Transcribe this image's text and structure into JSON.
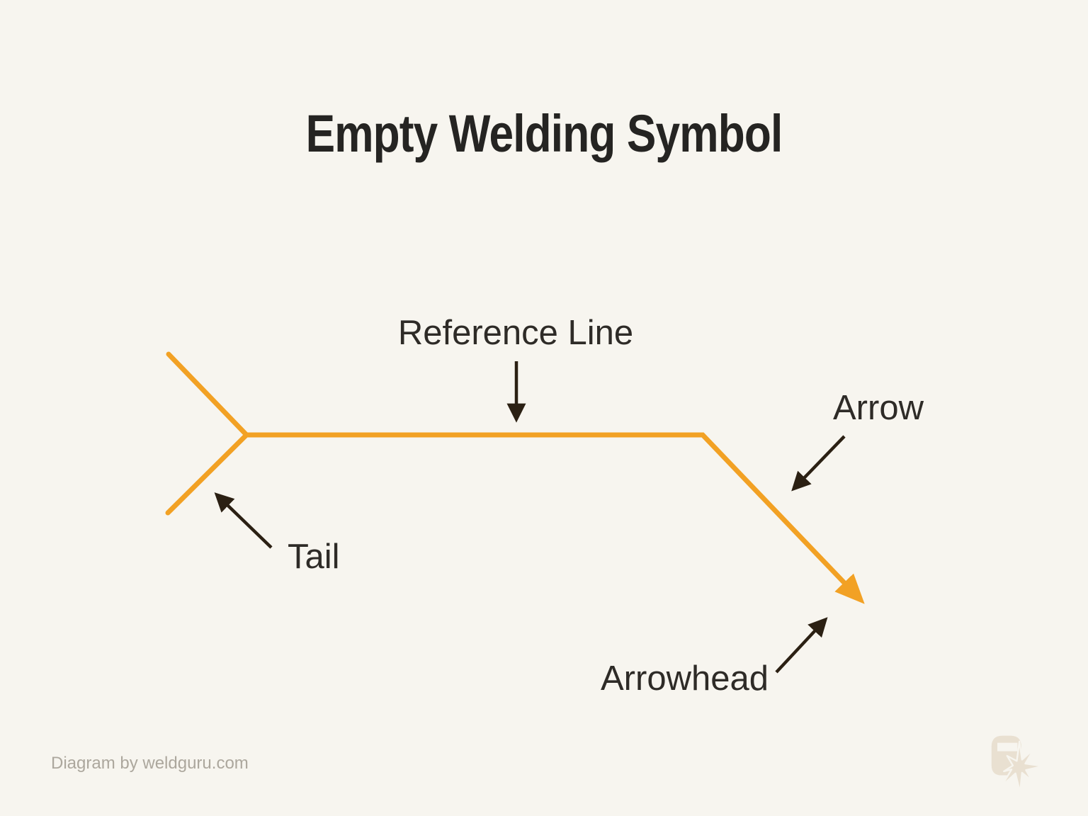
{
  "title": "Empty Welding Symbol",
  "labels": {
    "reference_line": "Reference Line",
    "arrow": "Arrow",
    "tail": "Tail",
    "arrowhead": "Arrowhead"
  },
  "footer": {
    "credit": "Diagram by weldguru.com"
  },
  "icons": {
    "logo": "welding-helmet-spark-logo",
    "annotation_pointers": "black-arrow-icons",
    "symbol_arrowhead": "orange-arrowhead-icon"
  },
  "colors": {
    "background": "#f7f5ef",
    "symbol_orange": "#f2a124",
    "annotation_dark": "#2b2013",
    "label_text": "#2e2b27",
    "title_text": "#252422",
    "footer_text": "#aca79d",
    "logo_beige": "#e9e0d1"
  }
}
